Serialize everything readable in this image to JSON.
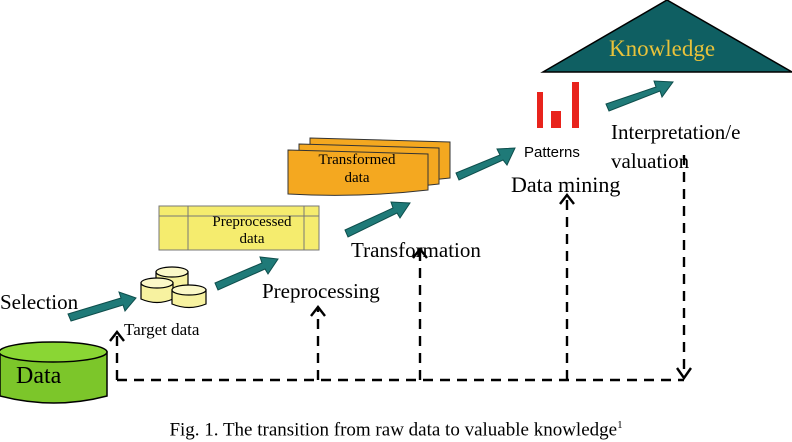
{
  "diagram": {
    "stages": {
      "data": "Data",
      "target_data": "Target data",
      "preprocessed_data_line1": "Preprocessed",
      "preprocessed_data_line2": "data",
      "transformed_data_line1": "Transformed",
      "transformed_data_line2": "data",
      "patterns": "Patterns",
      "knowledge": "Knowledge"
    },
    "steps": {
      "selection": "Selection",
      "preprocessing": "Preprocessing",
      "transformation": "Transformation",
      "data_mining": "Data mining",
      "interpretation_line1": "Interpretation/e",
      "interpretation_line2": "valuation"
    },
    "caption": {
      "text": "Fig. 1. The transition from raw data to valuable knowledge",
      "footnote_mark": "1"
    },
    "colors": {
      "data_cylinder": "#7cc62a",
      "target_cylinders": "#f7f2a0",
      "preprocessed_box": "#f5ec6e",
      "transformed_box": "#f4a820",
      "patterns_bars": "#e8231c",
      "knowledge_roof": "#0f5f62",
      "knowledge_text": "#e8c23a",
      "process_arrows": "#1f7a78",
      "feedback_lines": "#000000"
    }
  }
}
